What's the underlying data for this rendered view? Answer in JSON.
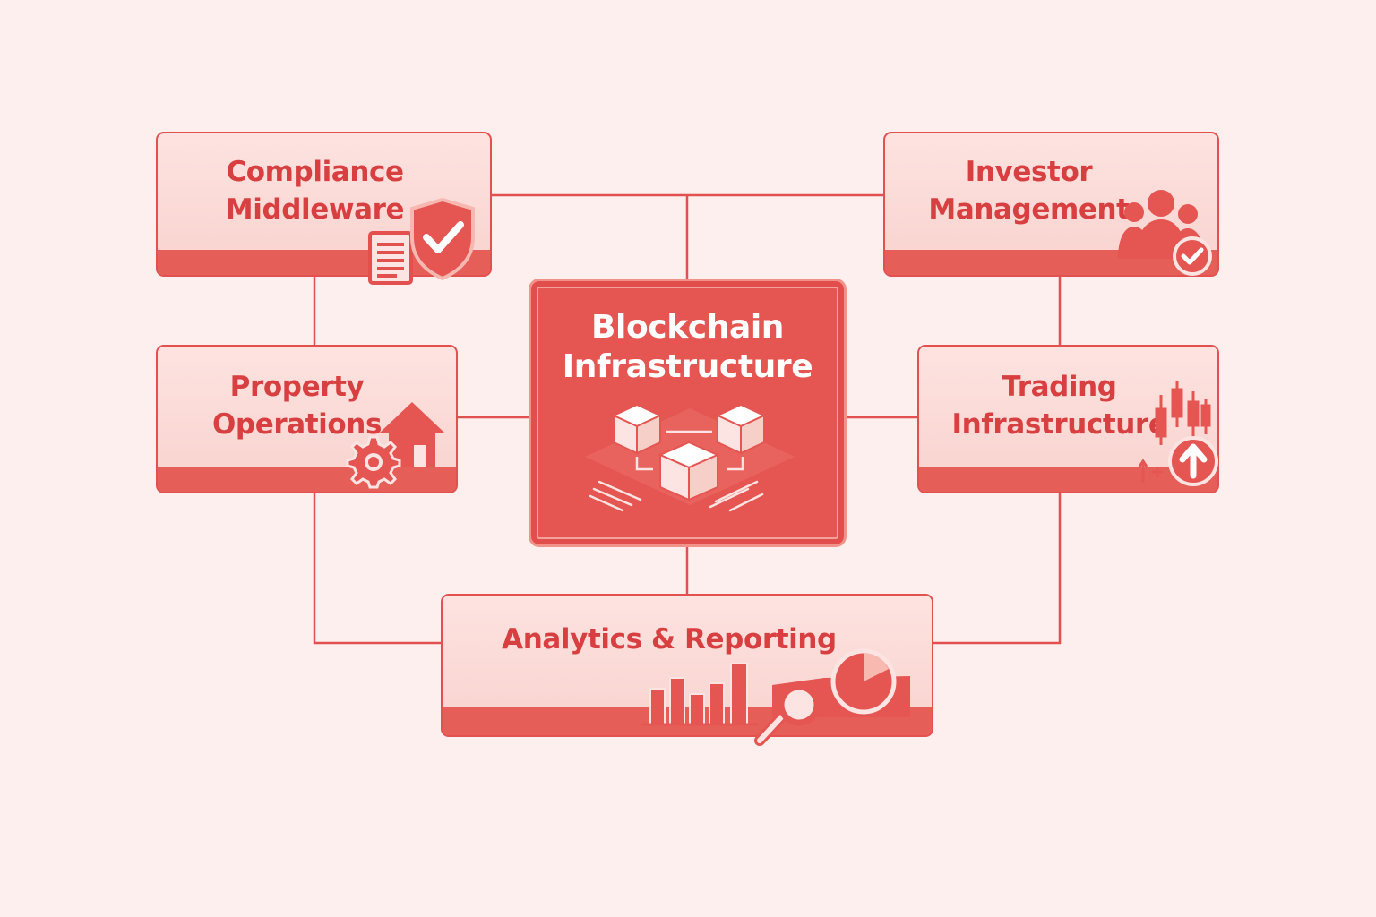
{
  "diagram": {
    "center": {
      "line1": "Blockchain",
      "line2": "Infrastructure"
    },
    "nodes": {
      "compliance": {
        "line1": "Compliance",
        "line2": "Middleware"
      },
      "investor": {
        "line1": "Investor",
        "line2": "Management"
      },
      "property": {
        "line1": "Property",
        "line2": "Operations"
      },
      "trading": {
        "line1": "Trading",
        "line2": "Infrastructure"
      },
      "analytics": {
        "label": "Analytics & Reporting"
      }
    }
  },
  "colors": {
    "background": "#fcefed",
    "accent": "#e2504f",
    "accent_dark": "#d83f40",
    "card_fill": "#fde3e0",
    "center_fill": "#e55552"
  },
  "icons": {
    "compliance": [
      "document-icon",
      "shield-check-icon"
    ],
    "investor": [
      "users-group-icon",
      "check-circle-icon"
    ],
    "property": [
      "house-icon",
      "gear-icon"
    ],
    "trading": [
      "candlestick-icon",
      "arrow-up-circle-icon"
    ],
    "analytics": [
      "bar-chart-icon",
      "magnifier-icon",
      "pie-chart-icon"
    ],
    "center": [
      "blockchain-cubes-icon"
    ]
  }
}
